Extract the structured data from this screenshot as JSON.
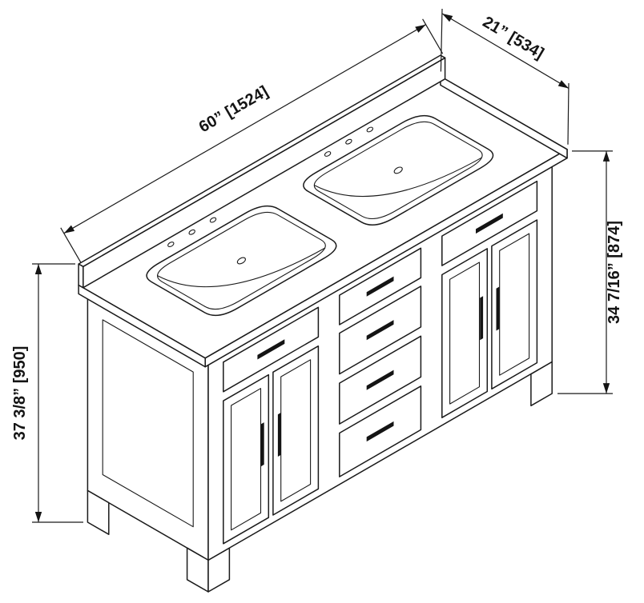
{
  "dimensions": {
    "width": "60” [1524]",
    "depth": "21” [534]",
    "counter_height": "34 7/16” [874]",
    "overall_height": "37 3/8” [950]"
  },
  "colors": {
    "line": "#1a1a1a",
    "background": "#ffffff"
  }
}
